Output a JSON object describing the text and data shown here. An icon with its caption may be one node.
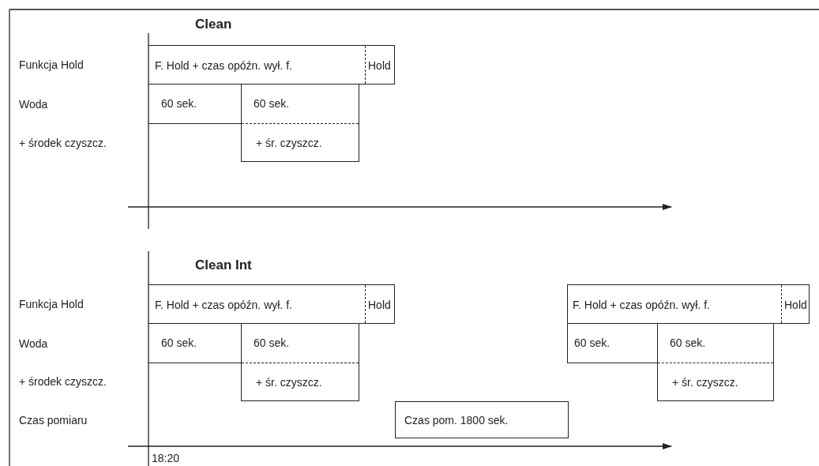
{
  "diagram": {
    "nodes": [
      {
        "text": [
          "F. Hold + czas opóźn. wył. f.",
          "Hold"
        ]
      },
      {
        "text": [
          "60 sek."
        ]
      },
      {
        "text": [
          "60 sek.",
          "+ śr. czyszcz."
        ]
      },
      {
        "text": [
          "F. Hold + czas opóźn. wył. f.",
          "Hold"
        ]
      },
      {
        "text": [
          "F. Hold + czas opóźn. wył. f.",
          "Hold"
        ]
      },
      {
        "text": [
          "60 sek."
        ]
      },
      {
        "text": [
          "60 sek.",
          "+ śr. czyszcz."
        ]
      },
      {
        "text": [
          "60 sek."
        ]
      },
      {
        "text": [
          "60 sek.",
          "+ śr. czyszcz."
        ]
      },
      {
        "text": [
          "Czas pom. 1800 sek."
        ]
      }
    ],
    "labels": [
      "Clean",
      "Funkcja Hold",
      "Woda",
      "+ środek czyszcz.",
      "Clean Int",
      "Funkcja Hold",
      "Woda",
      "+ środek czyszcz.",
      "Czas pomiaru",
      "18:20"
    ]
  }
}
